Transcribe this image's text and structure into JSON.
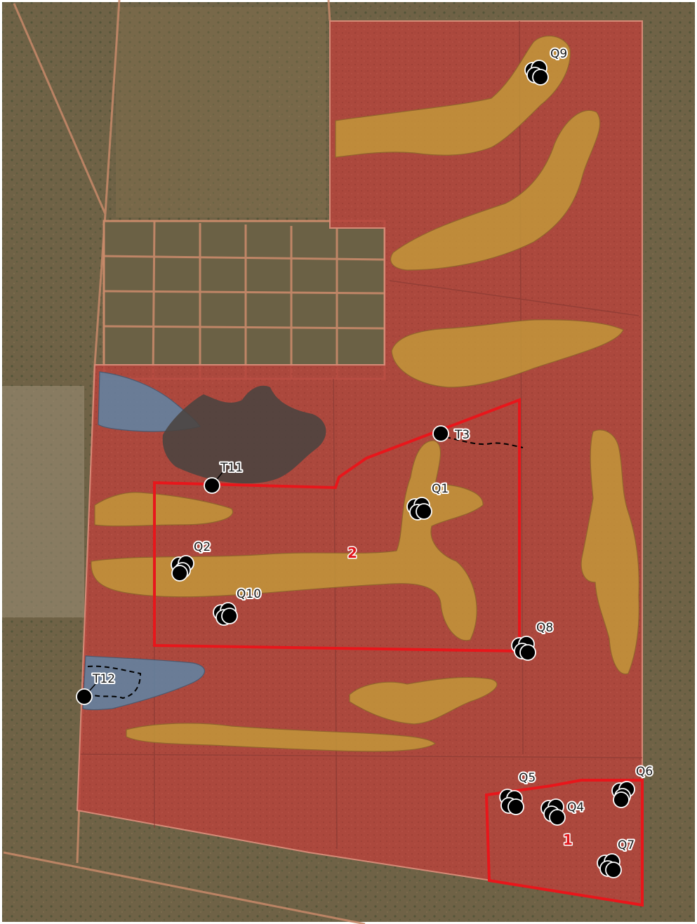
{
  "map": {
    "colors": {
      "background_savanna": "#6f6246",
      "fenced_area": "#b5443c",
      "yellow_patch": "#c49a3a",
      "blue_patch": "#5f86a6",
      "dark_patch": "#4a4340",
      "boundary": "#e8161b",
      "track": "#c98a6a",
      "marker": "#000000"
    },
    "zones": [
      {
        "id": "zone-2",
        "label": "2"
      },
      {
        "id": "zone-1",
        "label": "1"
      }
    ],
    "sites": [
      {
        "id": "q9",
        "label": "Q9",
        "kind": "quadrat"
      },
      {
        "id": "t3",
        "label": "T3",
        "kind": "transect"
      },
      {
        "id": "t11",
        "label": "T11",
        "kind": "transect"
      },
      {
        "id": "q1",
        "label": "Q1",
        "kind": "quadrat"
      },
      {
        "id": "q2",
        "label": "Q2",
        "kind": "quadrat"
      },
      {
        "id": "q10",
        "label": "Q10",
        "kind": "quadrat"
      },
      {
        "id": "q8",
        "label": "Q8",
        "kind": "quadrat"
      },
      {
        "id": "t12",
        "label": "T12",
        "kind": "transect"
      },
      {
        "id": "q5",
        "label": "Q5",
        "kind": "quadrat"
      },
      {
        "id": "q4",
        "label": "Q4",
        "kind": "quadrat"
      },
      {
        "id": "q6",
        "label": "Q6",
        "kind": "quadrat"
      },
      {
        "id": "q7",
        "label": "Q7",
        "kind": "quadrat"
      }
    ]
  }
}
